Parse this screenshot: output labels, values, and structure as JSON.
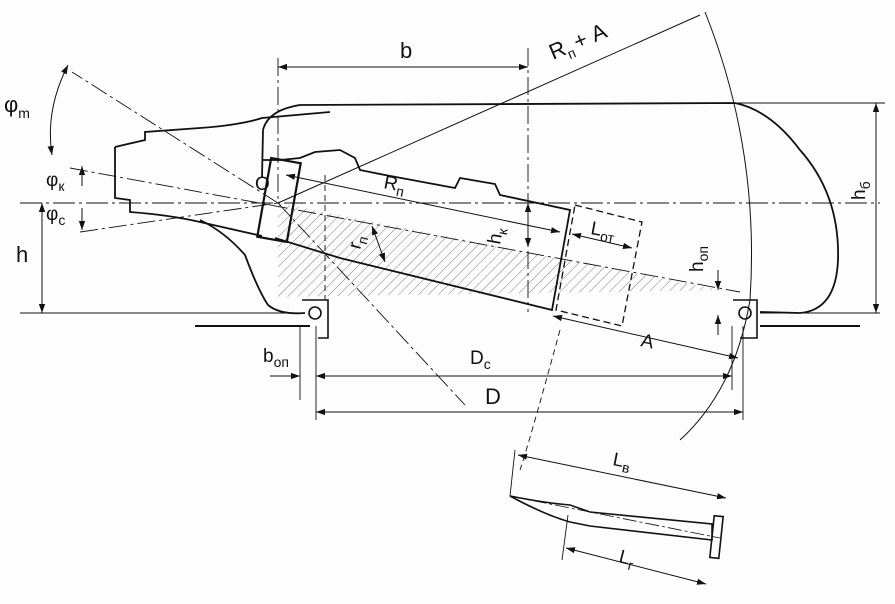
{
  "labels": {
    "b": "b",
    "rp_a_main": "R",
    "rp_a_sub": "п",
    "rp_a_tail": "+ A",
    "phi_m_main": "φ",
    "phi_m_sub": "m",
    "phi_k_main": "φ",
    "phi_k_sub": "к",
    "phi_c_main": "φ",
    "phi_c_sub": "c",
    "h": "h",
    "o": "O",
    "rp_main": "R",
    "rp_sub": "п",
    "rn_main": "r",
    "rn_sub": "п",
    "hk_main": "h",
    "hk_sub": "к",
    "lot_main": "L",
    "lot_sub": "от",
    "hop_main": "h",
    "hop_sub": "оп",
    "hb_main": "h",
    "hb_sub": "б",
    "a": "A",
    "bop_main": "b",
    "bop_sub": "оп",
    "dc_main": "D",
    "dc_sub": "c",
    "d": "D",
    "lv_main": "L",
    "lv_sub": "в",
    "lg_main": "L",
    "lg_sub": "г"
  }
}
